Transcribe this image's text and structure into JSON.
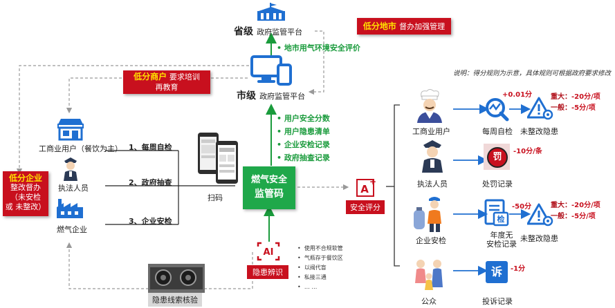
{
  "province": {
    "level": "省级",
    "name": "政府监管平台"
  },
  "city": {
    "level": "市级",
    "name": "政府监管平台"
  },
  "province_flow_label": "地市用气环境安全评价",
  "callout_city": {
    "highlight": "低分地市",
    "text": "督办加强管理"
  },
  "callout_merchant": {
    "highlight": "低分商户",
    "text1": "要求培训",
    "text2": "再教育"
  },
  "callout_enterprise": {
    "highlight": "低分企业",
    "line1": "整改督办",
    "line2": "（未安检",
    "line3": "或 未整改）"
  },
  "note": "说明：得分规则为示意，具体规则可根据政府要求修改",
  "actors": {
    "user": "工商业用户（餐饮为主）",
    "officer": "执法人员",
    "gas_company": "燃气企业"
  },
  "flows": {
    "weekly": "1、每周自检",
    "gov": "2、政府抽查",
    "inspect": "3、企业安检",
    "scan": "扫码"
  },
  "code_box": {
    "line1": "燃气安全",
    "line2": "监管码"
  },
  "code_outputs": [
    "用户安全分数",
    "用户隐患清单",
    "企业安检记录",
    "政府抽查记录"
  ],
  "ai": {
    "label": "隐患辨识",
    "items": [
      "使用不合规软管",
      "气瓶存于餐饮区",
      "以阀代盲",
      "私接三通",
      "… …"
    ]
  },
  "photo_label": "隐患线索核验",
  "safety_score": "安全评分",
  "score_rows": {
    "user": {
      "name": "工商业用户",
      "self_check": "每周自检",
      "bonus": "+0.01分",
      "hazard": "未整改隐患",
      "major": "重大：",
      "major_val": "-20分/项",
      "general": "一般：",
      "general_val": "-5分/项"
    },
    "officer": {
      "name": "执法人员",
      "penalty": "处罚记录",
      "penalty_icon": "罚",
      "score": "-10分/条"
    },
    "enterprise": {
      "name": "企业安检",
      "record_l1": "年度无",
      "record_l2": "安检记录",
      "record_icon": "检",
      "score": "-50分",
      "hazard": "未整改隐患",
      "major": "重大：",
      "major_val": "-20分/项",
      "general": "一般：",
      "general_val": "-5分/项"
    },
    "public": {
      "name": "公众",
      "complaint": "投诉记录",
      "complaint_icon": "诉",
      "score": "-1分"
    }
  },
  "colors": {
    "green": "#1a9b3c",
    "red": "#c8101e",
    "blue": "#1f6fd1",
    "yellow": "#ffe000"
  }
}
